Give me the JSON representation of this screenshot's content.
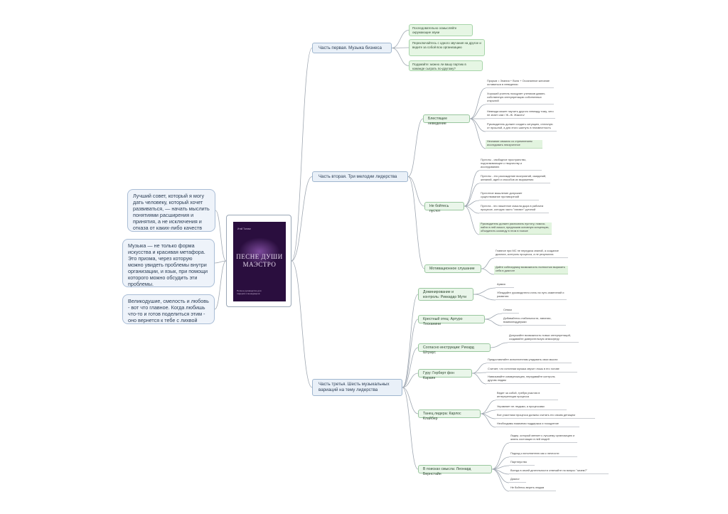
{
  "quotes": [
    "Лучший совет, который я могу дать человеку, который хочет развиваться, — начать мыслить понятиями расширения и принятия, а не исключения и отказа от каких-либо качеств",
    "Музыка — не только форма искусства и красивая метафора. Это призма, через которую можно увидеть проблемы внутри организации, и язык, при помощи которого можно обсудить эти проблемы.",
    "Великодушие, смелость и любовь - вот что главное. Когда любишь что-то и готов поделиться этим - оно вернется к тебе с лихвой"
  ],
  "book": {
    "author": "Итай Талгам",
    "title": "ПЕСНЕ ДУШИ МАЭСТРО",
    "subtitle": "Полное руководство для лидеров и менеджеров"
  },
  "colors": {
    "line": "#9fa7b1",
    "main_fill": "#e9f0f8",
    "sub_fill": "#eaf6ea",
    "highlight": "#e2f4df"
  },
  "parts": [
    {
      "label": "Часть первая. Музыка бизнеса",
      "children": [
        "Последовательно осмысляйте окружающие звуки",
        "Переключайтесь с одного звучания на другое и ведите за собой всю организацию",
        "Подумайте: можно ли вашу партию в команде сыграть по-другому?"
      ]
    },
    {
      "label": "Часть вторая. Три мелодии лидерства",
      "subs": [
        {
          "label": "Блестящее неведение",
          "leaves": [
            "Прорыв = Знания + Воля + Осознанное желание оставаться в неведении",
            "Хороший учитель поощряет учеников давать собственную интерпретацию собственных открытий",
            "Невежда может научить другого невежду тому, чего не знает сам / Ж.-Ж. Жакото/",
            "Руководитель должен создать ситуацию, отличную от прошлой, а для этого шагнуть в неизвестность",
            "Незнание связано со стремлением исследовать неизученное"
          ]
        },
        {
          "label": "Не бойтесь пустот",
          "leaves": [
            "Пустоты - свободное пространство, подталкивающее к творчеству и исследованию",
            "Пустоты - это расхождение восприятий, ожиданий, желаний, идей и способов их выражения",
            "Пустотное мышление допускает существование противоречий",
            "Пустота - это лишенное смысла дыра в рабочем процессе, которую часто \"латают\" рутиной",
            "Руководитель должен распознать пустоту, помочь найти в ней смысл, предложив основную концепцию, объединить команду в этом в поиске"
          ]
        },
        {
          "label": "Мотивационное слушание",
          "leaves": [
            "Главное при МС не передача знаний, а создание диалога, контроль процесса, а не результата",
            "Дайте собеседнику возможность полностью выразить себя в диалоге"
          ]
        }
      ]
    },
    {
      "label": "Часть третья. Шесть музыкальных вариаций на тему лидерства",
      "subs": [
        {
          "label": "Доминирование и контроль: Риккардо Мути",
          "leaves": [
            "Армия",
            "Убеждайте руководителя стать на путь изменений и развития"
          ]
        },
        {
          "label": "Крестный отец: Артуро Тосканини",
          "leaves": [
            "Семья",
            "Добивайтесь стабильности, эмпатии, взаимоподдержки"
          ]
        },
        {
          "label": "Согласно инструкции: Рихард Штраус",
          "leaves": [
            "Допускайте возможность новых интерпретаций, создавайте доверительную атмосферу"
          ]
        },
        {
          "label": "Гуру: Герберт фон Караян",
          "leaves": [
            "Предоставляйте исполнителям угадывать свои мысли",
            "Считает, что истинная музыка звучит лишь в его голове",
            "Навязывайте коммуникацию, передавайте контроль другим людям"
          ]
        },
        {
          "label": "Танец лидера: Карлос Клайбер",
          "leaves": [
            "Ведет за собой, требуя участия в интерпретации процесса",
            "Управляет не людьми, а процессами",
            "Все участники процесса должны считать его своим детищем",
            "Необходимы взаимная поддержка и поощрение"
          ]
        },
        {
          "label": "В поисках смысла: Леонард Бернстайн",
          "leaves": [
            "Лидер, который меняет к лучшему организацию и жизнь состоящих в ней людей",
            "Подход к исполнителю как к личности",
            "Партнерство",
            "Всегда в своей деятельности отвечайте на вопрос \"зачем?\"",
            "Диалог",
            "Не бойтесь верить людям"
          ]
        }
      ]
    }
  ]
}
